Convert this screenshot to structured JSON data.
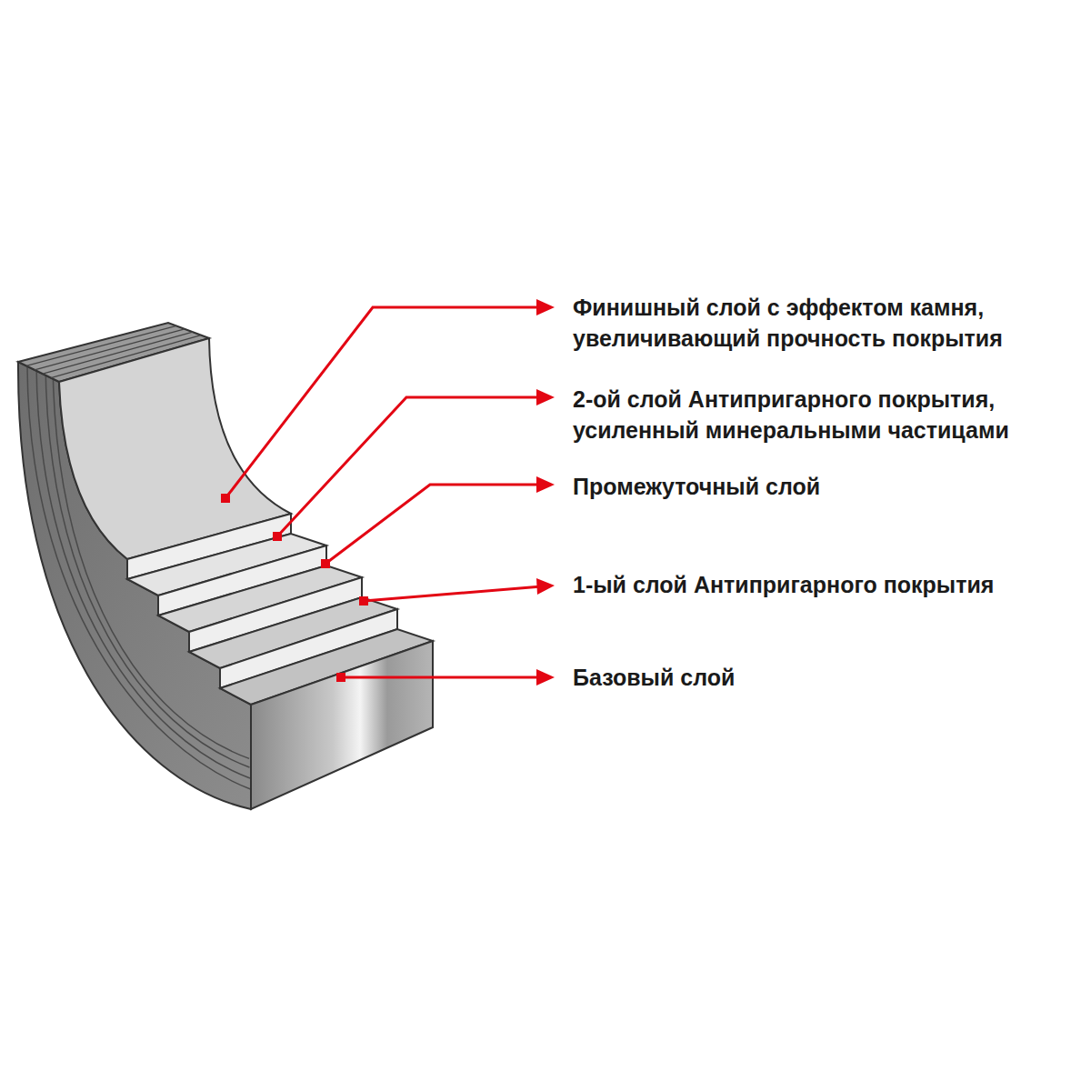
{
  "diagram": {
    "labels": [
      "Финишный слой с эффектом камня, увеличивающий прочность покрытия",
      "2-ой слой Антипригарного покрытия, усиленный минеральными частицами",
      "Промежуточный слой",
      "1-ый слой Антипригарного покрытия",
      "Базовый слой"
    ]
  }
}
